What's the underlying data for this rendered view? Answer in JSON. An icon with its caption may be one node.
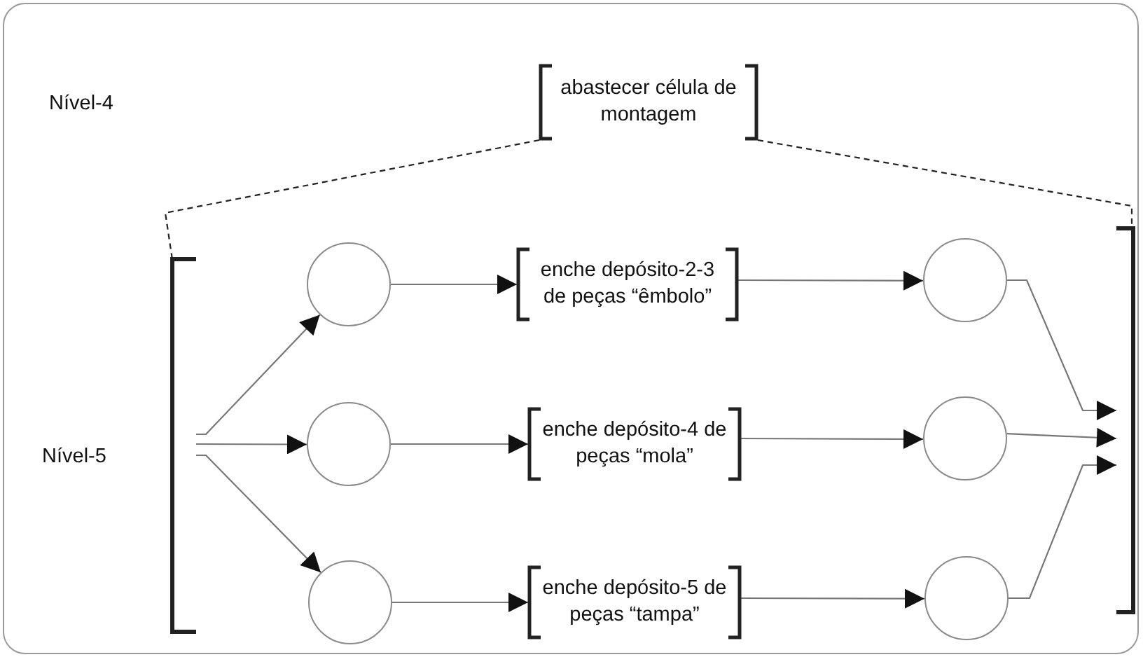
{
  "diagram": {
    "nodes": [
      {
        "text": [
          "abastecer célula de montagem"
        ]
      },
      {
        "text": [],
        "shape": "bracket"
      },
      {
        "text": [],
        "shape": "circle"
      },
      {
        "text": [],
        "shape": "circle"
      },
      {
        "text": [],
        "shape": "circle"
      },
      {
        "text": [
          "enche depósito-2-3 de peças “êmbolo”"
        ]
      },
      {
        "text": [
          "enche depósito-4 de peças “mola”"
        ]
      },
      {
        "text": [
          "enche depósito-5 de peças “tampa”"
        ]
      },
      {
        "text": [],
        "shape": "circle"
      },
      {
        "text": [],
        "shape": "circle"
      },
      {
        "text": [],
        "shape": "circle"
      },
      {
        "text": [],
        "shape": "bracket"
      }
    ],
    "edges": [
      {
        "from": 0,
        "to": 1,
        "arrow": "none",
        "style": "dashed"
      },
      {
        "from": 0,
        "to": 11,
        "arrow": "none",
        "style": "dashed"
      },
      {
        "from": 1,
        "to": 2,
        "arrow": "to"
      },
      {
        "from": 1,
        "to": 3,
        "arrow": "to"
      },
      {
        "from": 1,
        "to": 4,
        "arrow": "to"
      },
      {
        "from": 2,
        "to": 5,
        "arrow": "to"
      },
      {
        "from": 3,
        "to": 6,
        "arrow": "to"
      },
      {
        "from": 4,
        "to": 7,
        "arrow": "to"
      },
      {
        "from": 5,
        "to": 8,
        "arrow": "to"
      },
      {
        "from": 6,
        "to": 9,
        "arrow": "to"
      },
      {
        "from": 7,
        "to": 10,
        "arrow": "to"
      },
      {
        "from": 8,
        "to": 11,
        "arrow": "to"
      },
      {
        "from": 9,
        "to": 11,
        "arrow": "to"
      },
      {
        "from": 10,
        "to": 11,
        "arrow": "to"
      }
    ],
    "labels": [
      "Nível-4",
      "Nível-5"
    ]
  }
}
